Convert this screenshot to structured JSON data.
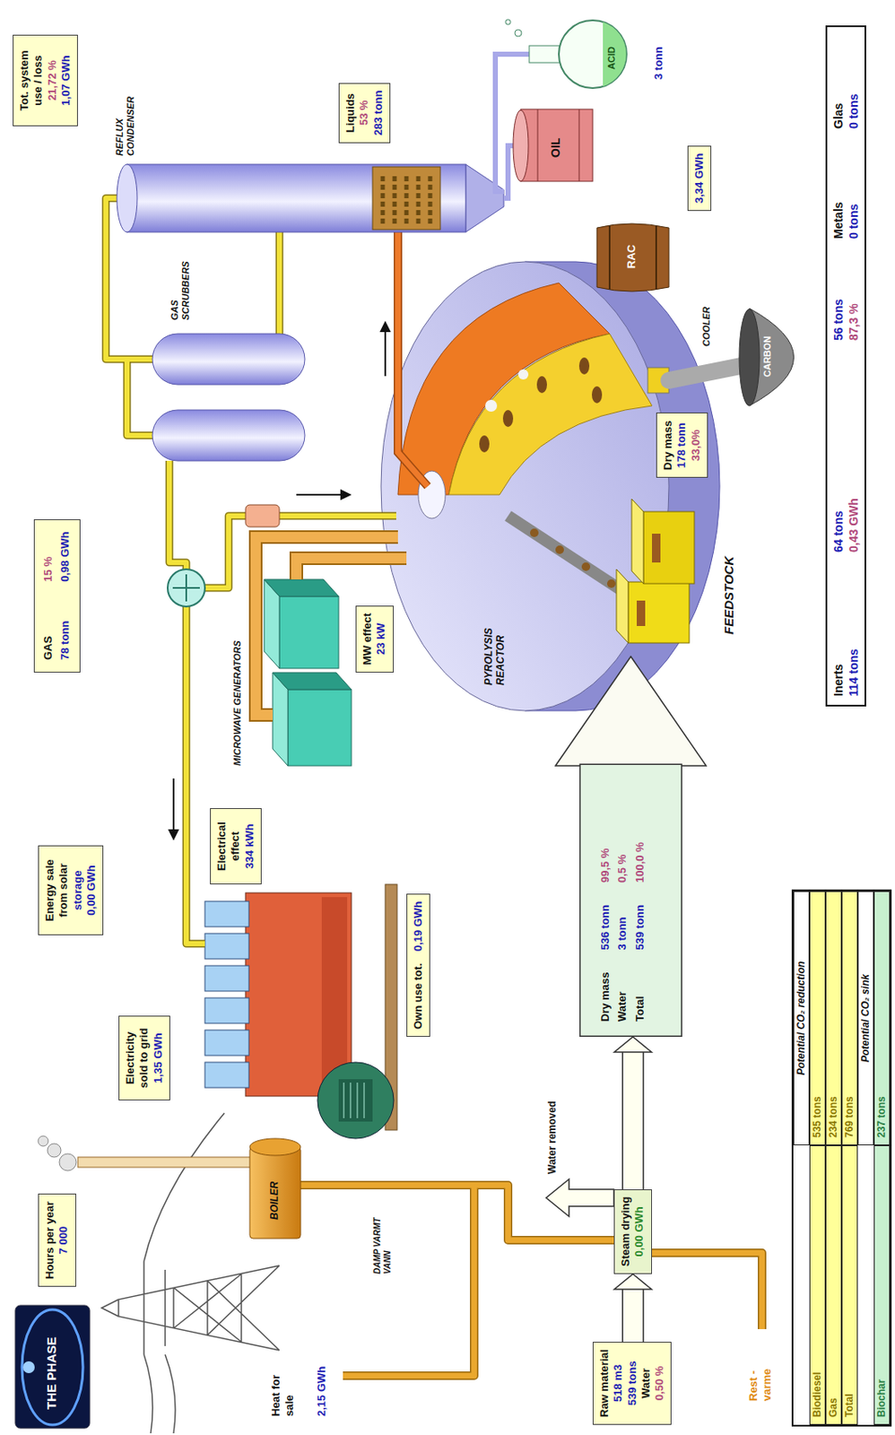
{
  "diagram": {
    "nodes": [
      {
        "text": [
          "Hours per year",
          "7 000"
        ]
      },
      {
        "text": [
          "Electricity sold to grid",
          "1,35 GWh"
        ]
      },
      {
        "text": [
          "Energy sale from solar",
          "storage",
          "0,00 GWh"
        ]
      },
      {
        "text": [
          "GAS",
          "15 %",
          "78 tonn",
          "0,98 GWh"
        ]
      },
      {
        "text": [
          "Tot. system use / loss",
          "21,72 %",
          "1,07 GWh"
        ]
      },
      {
        "text": [
          "Electrical effect",
          "334 kWh"
        ]
      },
      {
        "text": [
          "Own use tot.",
          "0,19 GWh"
        ]
      },
      {
        "text": [
          "MW effect",
          "23 kW"
        ]
      },
      {
        "text": [
          "Liquids",
          "53 %",
          "283 tonn"
        ]
      },
      {
        "text": [
          "Raw material",
          "518 m3",
          "539 tons",
          "Water",
          "0,50 %"
        ]
      },
      {
        "text": [
          "Steam drying",
          "0,00 GWh"
        ]
      },
      {
        "text": [
          "Dry mass",
          "536 tonn",
          "99,5 %",
          "Water",
          "3 tonn",
          "0,5 %",
          "Total",
          "539 tonn",
          "100,0 %"
        ]
      },
      {
        "text": [
          "Dry mass",
          "178 tonn",
          "33,0%"
        ]
      },
      {
        "text": [
          "3,34 GWh"
        ]
      },
      {
        "text": [
          "Inerts",
          "114 tons",
          "64 tons",
          "0,43 GWh",
          "56 tons",
          "87,3 %",
          "Metals",
          "0 tons",
          "Glas",
          "0 tons"
        ]
      },
      {
        "text": [
          "Potential CO₂ reduction",
          "Biodiesel",
          "535 tons",
          "Gas",
          "234 tons",
          "Total",
          "769 tons",
          "Potential CO₂ sink",
          "Biochar",
          "237 tons"
        ]
      }
    ],
    "edges": [
      {
        "from": 9,
        "to": 10,
        "arrow": "to"
      },
      {
        "from": 10,
        "to": 11,
        "arrow": "to"
      }
    ],
    "labels": [
      "THE PHASE",
      "Heat for sale",
      "2,15 GWh",
      "DAMP VARMT VANN",
      "Water removed",
      "Rest - varme",
      "BOILER",
      "MICROWAVE GENERATORS",
      "PYROLYSIS REACTOR",
      "FEEDSTOCK",
      "GAS SCRUBBERS",
      "REFLUX CONDENSER",
      "COOLER",
      "CARBON",
      "RAC",
      "OIL",
      "ACID",
      "3 tonn"
    ]
  }
}
